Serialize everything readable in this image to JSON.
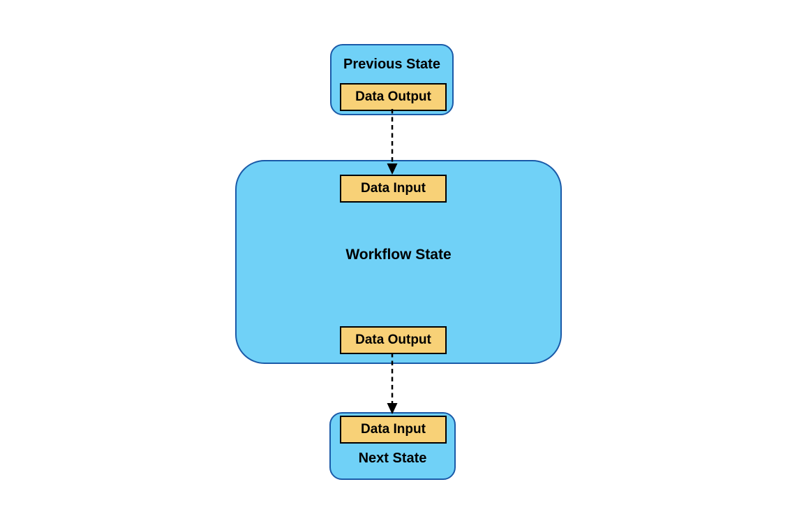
{
  "colors": {
    "canvas_bg": "#ffffff",
    "state_fill": "#70d1f7",
    "state_border": "#1a5aa8",
    "port_fill": "#f8d177",
    "port_border": "#000000",
    "arrow_color": "#000000",
    "label_color": "#000000"
  },
  "nodes": {
    "previous_state": {
      "label": "Previous State",
      "output_port": "Data Output"
    },
    "workflow_state": {
      "label": "Workflow State",
      "input_port": "Data Input",
      "output_port": "Data Output"
    },
    "next_state": {
      "label": "Next State",
      "input_port": "Data Input"
    }
  },
  "edges": [
    {
      "from": "previous_state.output_port",
      "to": "workflow_state.input_port",
      "style": "dashed-arrow"
    },
    {
      "from": "workflow_state.output_port",
      "to": "next_state.input_port",
      "style": "dashed-arrow"
    }
  ]
}
